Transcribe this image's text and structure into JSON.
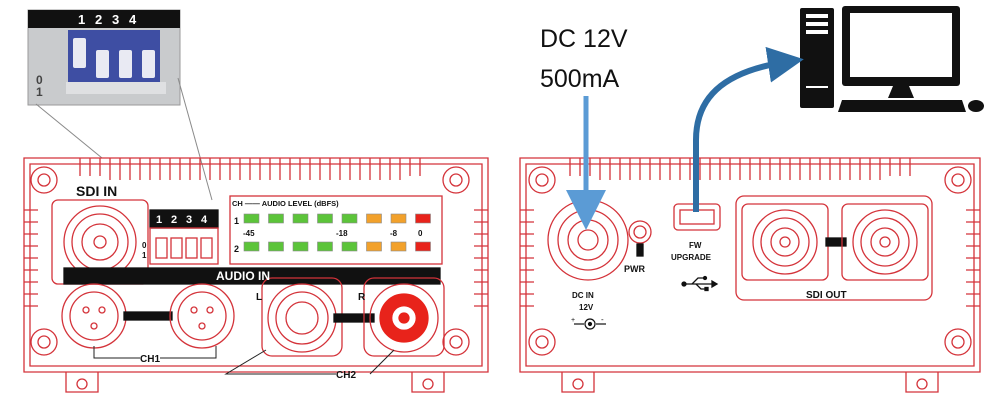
{
  "dip_inset": {
    "numbers": [
      "1",
      "2",
      "3",
      "4"
    ],
    "side_labels": [
      "0",
      "1"
    ]
  },
  "front_panel": {
    "sdi_in": "SDI IN",
    "dip_numbers": [
      "1",
      "2",
      "3",
      "4"
    ],
    "dip_side": [
      "0",
      "1"
    ],
    "audio_level_title": "CH —— AUDIO LEVEL (dBFS)",
    "ch_labels": [
      "1",
      "2"
    ],
    "meter_scale": [
      "-45",
      "-18",
      "-8",
      "0"
    ],
    "audio_in": "AUDIO IN",
    "l_label": "L",
    "r_label": "R",
    "ch1_label": "CH1",
    "ch2_label": "CH2",
    "meter_colors": {
      "green": "#5cc43a",
      "orange": "#f2a12b",
      "red": "#e8231b"
    }
  },
  "rear_panel": {
    "dc_supply_line1": "DC 12V",
    "dc_supply_line2": "500mA",
    "pwr_label": "PWR",
    "fw_upgrade_line1": "FW",
    "fw_upgrade_line2": "UPGRADE",
    "dc_in_line1": "DC IN",
    "dc_in_line2": "12V",
    "sdi_out": "SDI OUT"
  },
  "colors": {
    "panel_red": "#d4333a",
    "arrow_blue": "#5b9bd5",
    "arrow_dark_blue": "#2e6da4"
  }
}
